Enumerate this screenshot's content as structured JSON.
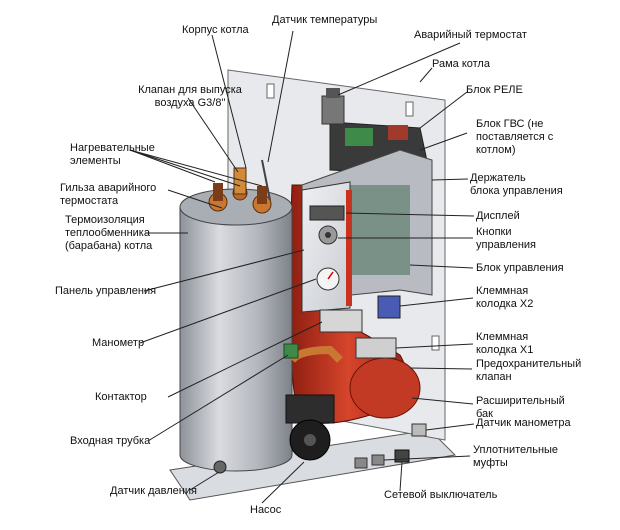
{
  "labels": {
    "korpus": "Корпус котла",
    "datchik_temp": "Датчик температуры",
    "avar_termostat": "Аварийный термостат",
    "rama": "Рама котла",
    "klapan": "Клапан для выпуска\nвоздуха G3/8\"",
    "blok_rele": "Блок РЕЛЕ",
    "blok_gvs": "Блок ГВС (не\nпоставляется с\nкотлом)",
    "nagrev": "Нагревательные\nэлементы",
    "derzhatel": "Держатель\nблока управления",
    "gilza": "Гильза аварийного\nтермостата",
    "displey": "Дисплей",
    "termoizol": "Термоизоляция\nтеплообменника\n(барабана) котла",
    "knopki": "Кнопки\nуправления",
    "blok_upr": "Блок управления",
    "panel": "Панель управления",
    "kolodka_x2": "Клеммная\nколодка X2",
    "manometr": "Манометр",
    "kolodka_x1": "Клеммная\nколодка X1",
    "predohr": "Предохранительный\nклапан",
    "kontaktor": "Контактор",
    "rasshir": "Расширительный\nбак",
    "datchik_man": "Датчик манометра",
    "vhod": "Входная трубка",
    "upl": "Уплотнительные\nмуфты",
    "datchik_davl": "Датчик давления",
    "setevoy": "Сетевой выключатель",
    "nasos": "Насос"
  },
  "colors": {
    "drum": "#b9bcc3",
    "frame": "#e4e6ea",
    "housing": "#d2d5da",
    "red": "#c8321e",
    "copper": "#c87833",
    "dark": "#2a2a2a",
    "green": "#3e8a48"
  }
}
